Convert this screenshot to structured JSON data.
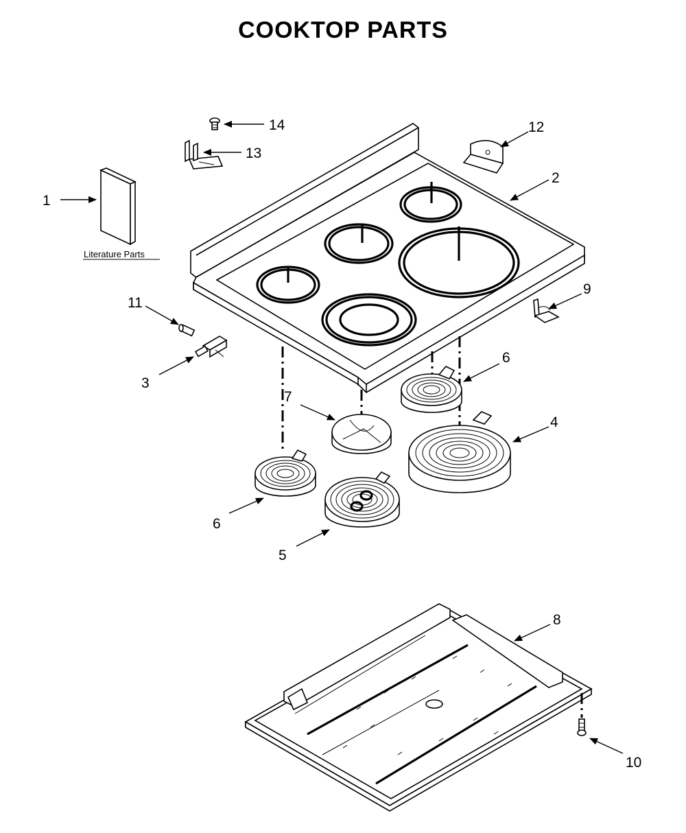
{
  "title": "COOKTOP PARTS",
  "literature_label": "Literature Parts",
  "callouts": {
    "c1": "1",
    "c2": "2",
    "c3": "3",
    "c4": "4",
    "c5": "5",
    "c6a": "6",
    "c6b": "6",
    "c7": "7",
    "c8": "8",
    "c9": "9",
    "c10": "10",
    "c11": "11",
    "c12": "12",
    "c13": "13",
    "c14": "14"
  }
}
